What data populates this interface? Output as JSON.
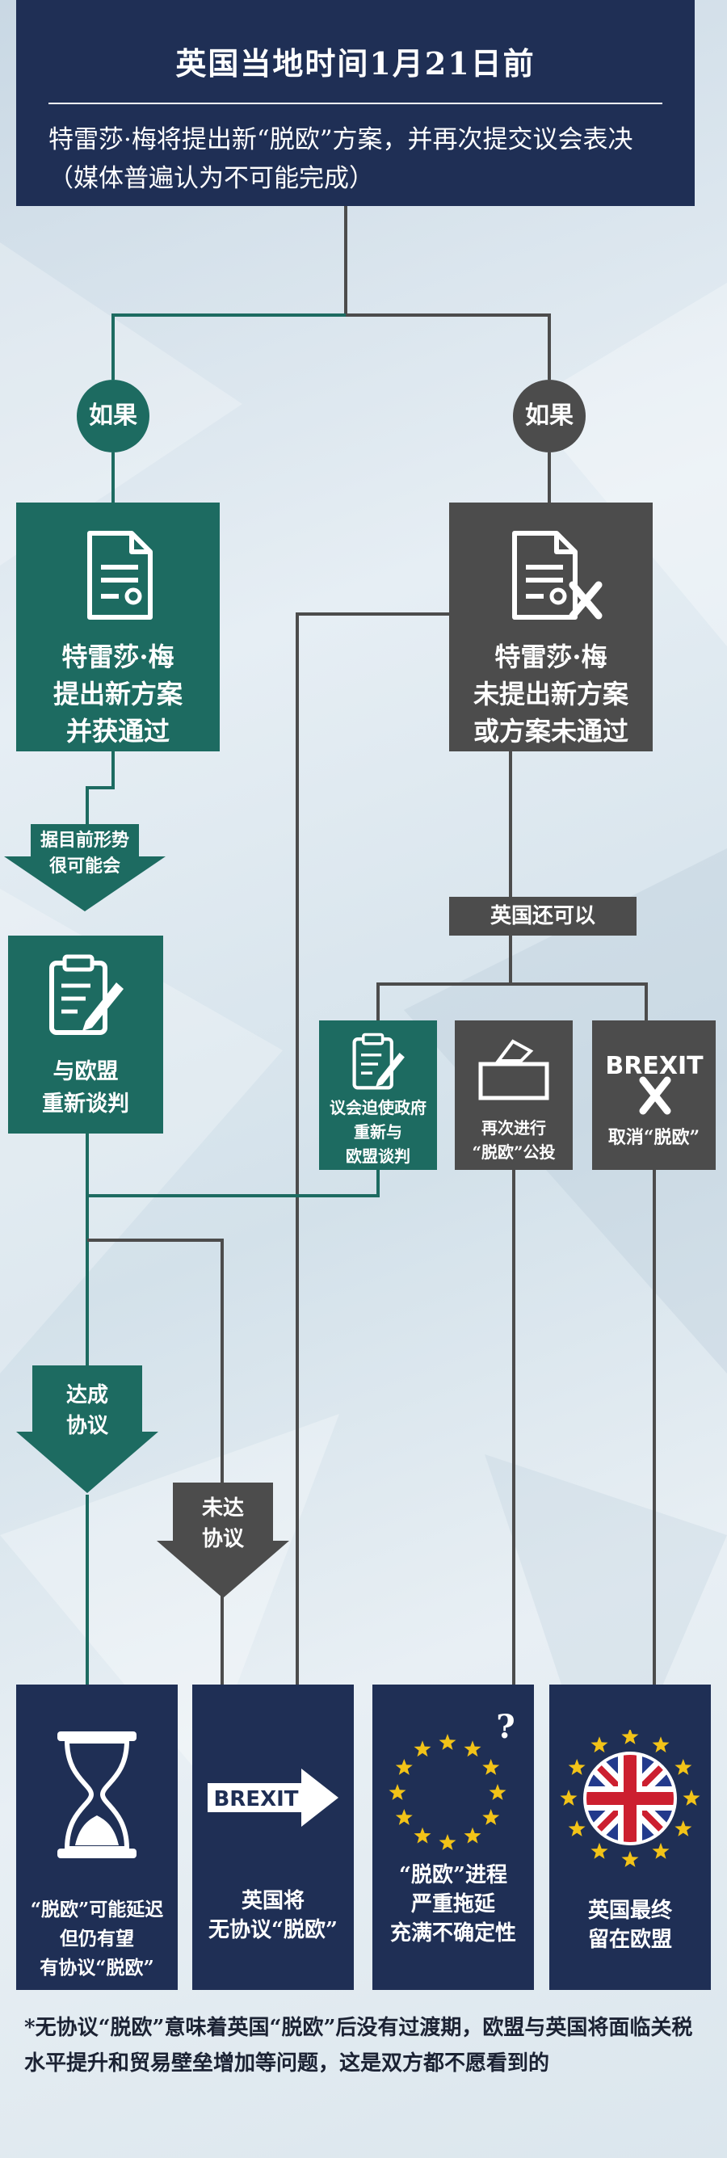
{
  "header": {
    "title": "英国当地时间1月21日前",
    "subtitle": "特雷莎·梅将提出新“脱欧”方案，并再次提交议会表决（媒体普遍认为不可能完成）"
  },
  "branches": {
    "if_left": "如果",
    "if_right": "如果"
  },
  "left_box": {
    "lines": [
      "特雷莎·梅",
      "提出新方案",
      "并获通过"
    ]
  },
  "right_box": {
    "lines": [
      "特雷莎·梅",
      "未提出新方案",
      "或方案未通过"
    ]
  },
  "arrow_likely": {
    "lines": [
      "据目前形势",
      "很可能会"
    ]
  },
  "renegotiate_box": {
    "lines": [
      "与欧盟",
      "重新谈判"
    ]
  },
  "uk_can": "英国还可以",
  "options": [
    {
      "lines": [
        "议会迫使政府",
        "重新与",
        "欧盟谈判"
      ]
    },
    {
      "lines": [
        "再次进行",
        "“脱欧”公投"
      ]
    },
    {
      "lines": [
        "取消“脱欧”"
      ],
      "icon_text": "BREXIT"
    }
  ],
  "arrow_deal": {
    "lines": [
      "达成",
      "协议"
    ]
  },
  "arrow_nodeal": {
    "lines": [
      "未达",
      "协议"
    ]
  },
  "outcomes": [
    {
      "lines": [
        "“脱欧”可能延迟",
        "但仍有望",
        "有协议“脱欧”"
      ]
    },
    {
      "lines": [
        "英国将",
        "无协议“脱欧”"
      ],
      "icon_text": "BREXIT"
    },
    {
      "lines": [
        "“脱欧”进程",
        "严重拖延",
        "充满不确定性"
      ],
      "icon_text": "?"
    },
    {
      "lines": [
        "英国最终",
        "留在欧盟"
      ]
    }
  ],
  "footnote": "*无协议“脱欧”意味着英国“脱欧”后没有过渡期，欧盟与英国将面临关税水平提升和贸易壁垒增加等问题，这是双方都不愿看到的",
  "colors": {
    "navy": "#1f2f55",
    "teal": "#1d6b61",
    "gray": "#4c4c4c",
    "eu_yellow": "#f2c318"
  }
}
